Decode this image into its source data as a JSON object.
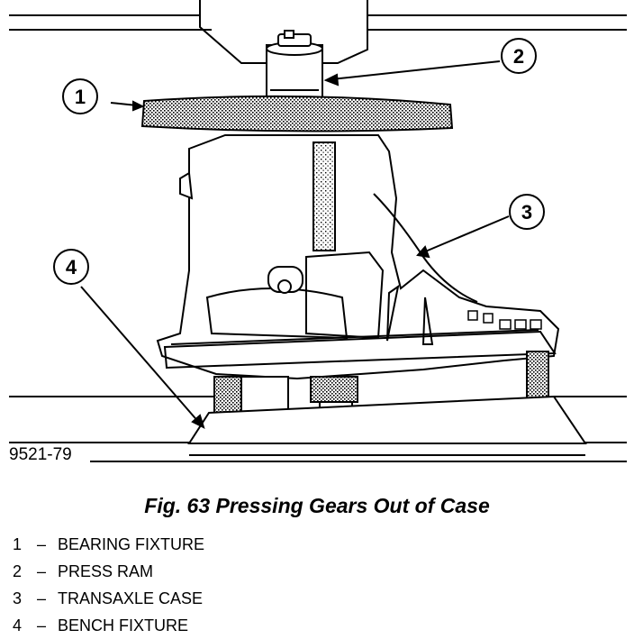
{
  "figure": {
    "code": "9521-79",
    "callouts": [
      "1",
      "2",
      "3",
      "4"
    ]
  },
  "caption": "Fig. 63 Pressing Gears Out of Case",
  "legend": [
    {
      "number": "1",
      "dash": "–",
      "label": "BEARING FIXTURE"
    },
    {
      "number": "2",
      "dash": "–",
      "label": "PRESS RAM"
    },
    {
      "number": "3",
      "dash": "–",
      "label": "TRANSAXLE CASE"
    },
    {
      "number": "4",
      "dash": "–",
      "label": "BENCH FIXTURE"
    }
  ]
}
